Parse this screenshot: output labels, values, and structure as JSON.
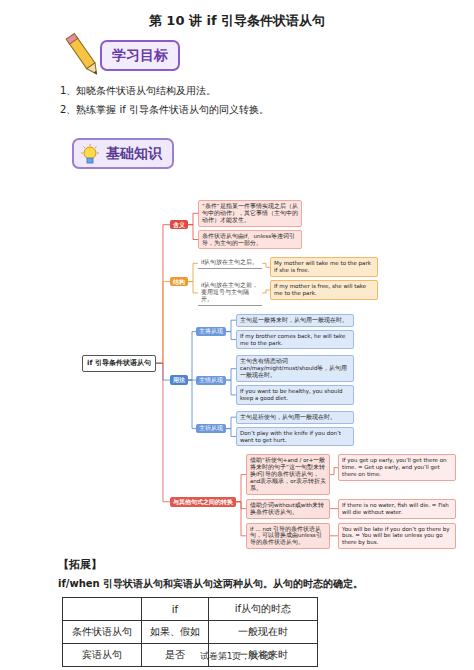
{
  "diagram": {
    "title": "第 10 讲 if 引导条件状语从句",
    "nodes": [
      {
        "text": [
          "学习目标"
        ]
      },
      {
        "text": [
          "基础知识"
        ]
      },
      {
        "text": [
          "if 引导条件状语从句"
        ]
      },
      {
        "text": [
          "含义"
        ]
      },
      {
        "text": [
          "“条件”是指某一件事情实现之后（从句中的动作），其它事情（主句中的动作）才能发生。"
        ]
      },
      {
        "text": [
          "条件状语从句由if、unless等连词引导，为主句的一部分。"
        ]
      },
      {
        "text": [
          "结构"
        ]
      },
      {
        "text": [
          "if从句放在主句之后。"
        ]
      },
      {
        "text": [
          "My mother will take me to the park if she is free."
        ]
      },
      {
        "text": [
          "if从句放在主句之前，要用逗号与主句隔开。"
        ]
      },
      {
        "text": [
          "If my mother is free, she will take me to the park."
        ]
      },
      {
        "text": [
          "用法"
        ]
      },
      {
        "text": [
          "主将从现"
        ]
      },
      {
        "text": [
          "主句是一般将来时，从句用一般现在时。"
        ]
      },
      {
        "text": [
          "If my brother comes back, he will take me to the park."
        ]
      },
      {
        "text": [
          "主情从现"
        ]
      },
      {
        "text": [
          "主句含有情态动词can/may/might/must/should等，从句用一般现在时。"
        ]
      },
      {
        "text": [
          "If you want to be healthy, you should keep a good diet."
        ]
      },
      {
        "text": [
          "主祈从现"
        ]
      },
      {
        "text": [
          "主句是祈使句，从句用一般现在时。"
        ]
      },
      {
        "text": [
          "Don’t play with the knife if you don’t want to get hurt."
        ]
      },
      {
        "text": [
          "与其他句式之间的转换"
        ]
      },
      {
        "text": [
          "借助“祈使句+and / or+一般将来时的句子”这一句型来转换if引导的条件状语从句，and表示顺承，or表示转折关系。"
        ]
      },
      {
        "text": [
          "If you get up early, you’ll get there on time. = Get up early, and you’ll get there on time."
        ]
      },
      {
        "text": [
          "借助介词without或with来转换条件状语从句。"
        ]
      },
      {
        "text": [
          "If there is no water, fish will die. = Fish will die without water."
        ]
      },
      {
        "text": [
          "if … not 引导的条件状语从句，可以替换成由unless引导的条件状语从句。"
        ]
      },
      {
        "text": [
          "You will be late if you don’t go there by bus. = You will be late unless you go there by bus."
        ]
      }
    ],
    "edges": [
      {
        "from": 2,
        "to": 3,
        "arrow": "none"
      },
      {
        "from": 2,
        "to": 6,
        "arrow": "none"
      },
      {
        "from": 2,
        "to": 11,
        "arrow": "none"
      },
      {
        "from": 2,
        "to": 21,
        "arrow": "none"
      },
      {
        "from": 3,
        "to": 4,
        "arrow": "none"
      },
      {
        "from": 3,
        "to": 5,
        "arrow": "none"
      },
      {
        "from": 6,
        "to": 7,
        "arrow": "none"
      },
      {
        "from": 7,
        "to": 8,
        "arrow": "none"
      },
      {
        "from": 6,
        "to": 9,
        "arrow": "none"
      },
      {
        "from": 9,
        "to": 10,
        "arrow": "none"
      },
      {
        "from": 11,
        "to": 12,
        "arrow": "none"
      },
      {
        "from": 12,
        "to": 13,
        "arrow": "none"
      },
      {
        "from": 12,
        "to": 14,
        "arrow": "none"
      },
      {
        "from": 11,
        "to": 15,
        "arrow": "none"
      },
      {
        "from": 15,
        "to": 16,
        "arrow": "none"
      },
      {
        "from": 15,
        "to": 17,
        "arrow": "none"
      },
      {
        "from": 11,
        "to": 18,
        "arrow": "none"
      },
      {
        "from": 18,
        "to": 19,
        "arrow": "none"
      },
      {
        "from": 18,
        "to": 20,
        "arrow": "none"
      },
      {
        "from": 21,
        "to": 22,
        "arrow": "none"
      },
      {
        "from": 22,
        "to": 23,
        "arrow": "none"
      },
      {
        "from": 21,
        "to": 24,
        "arrow": "none"
      },
      {
        "from": 24,
        "to": 25,
        "arrow": "none"
      },
      {
        "from": 21,
        "to": 26,
        "arrow": "none"
      },
      {
        "from": 26,
        "to": 27,
        "arrow": "none"
      }
    ],
    "labels": [
      "1、知晓条件状语从句结构及用法。",
      "2、熟练掌握 if 引导条件状语从句的同义转换。",
      "【拓展】",
      "if/when 引导状语从句和宾语从句这两种从句。从句的时态的确定。",
      "if",
      "if从句的时态",
      "条件状语从句",
      "如果、假如",
      "一般现在时",
      "宾语从句",
      "是否",
      "一般将来时",
      "试卷第1页，共6页"
    ]
  }
}
